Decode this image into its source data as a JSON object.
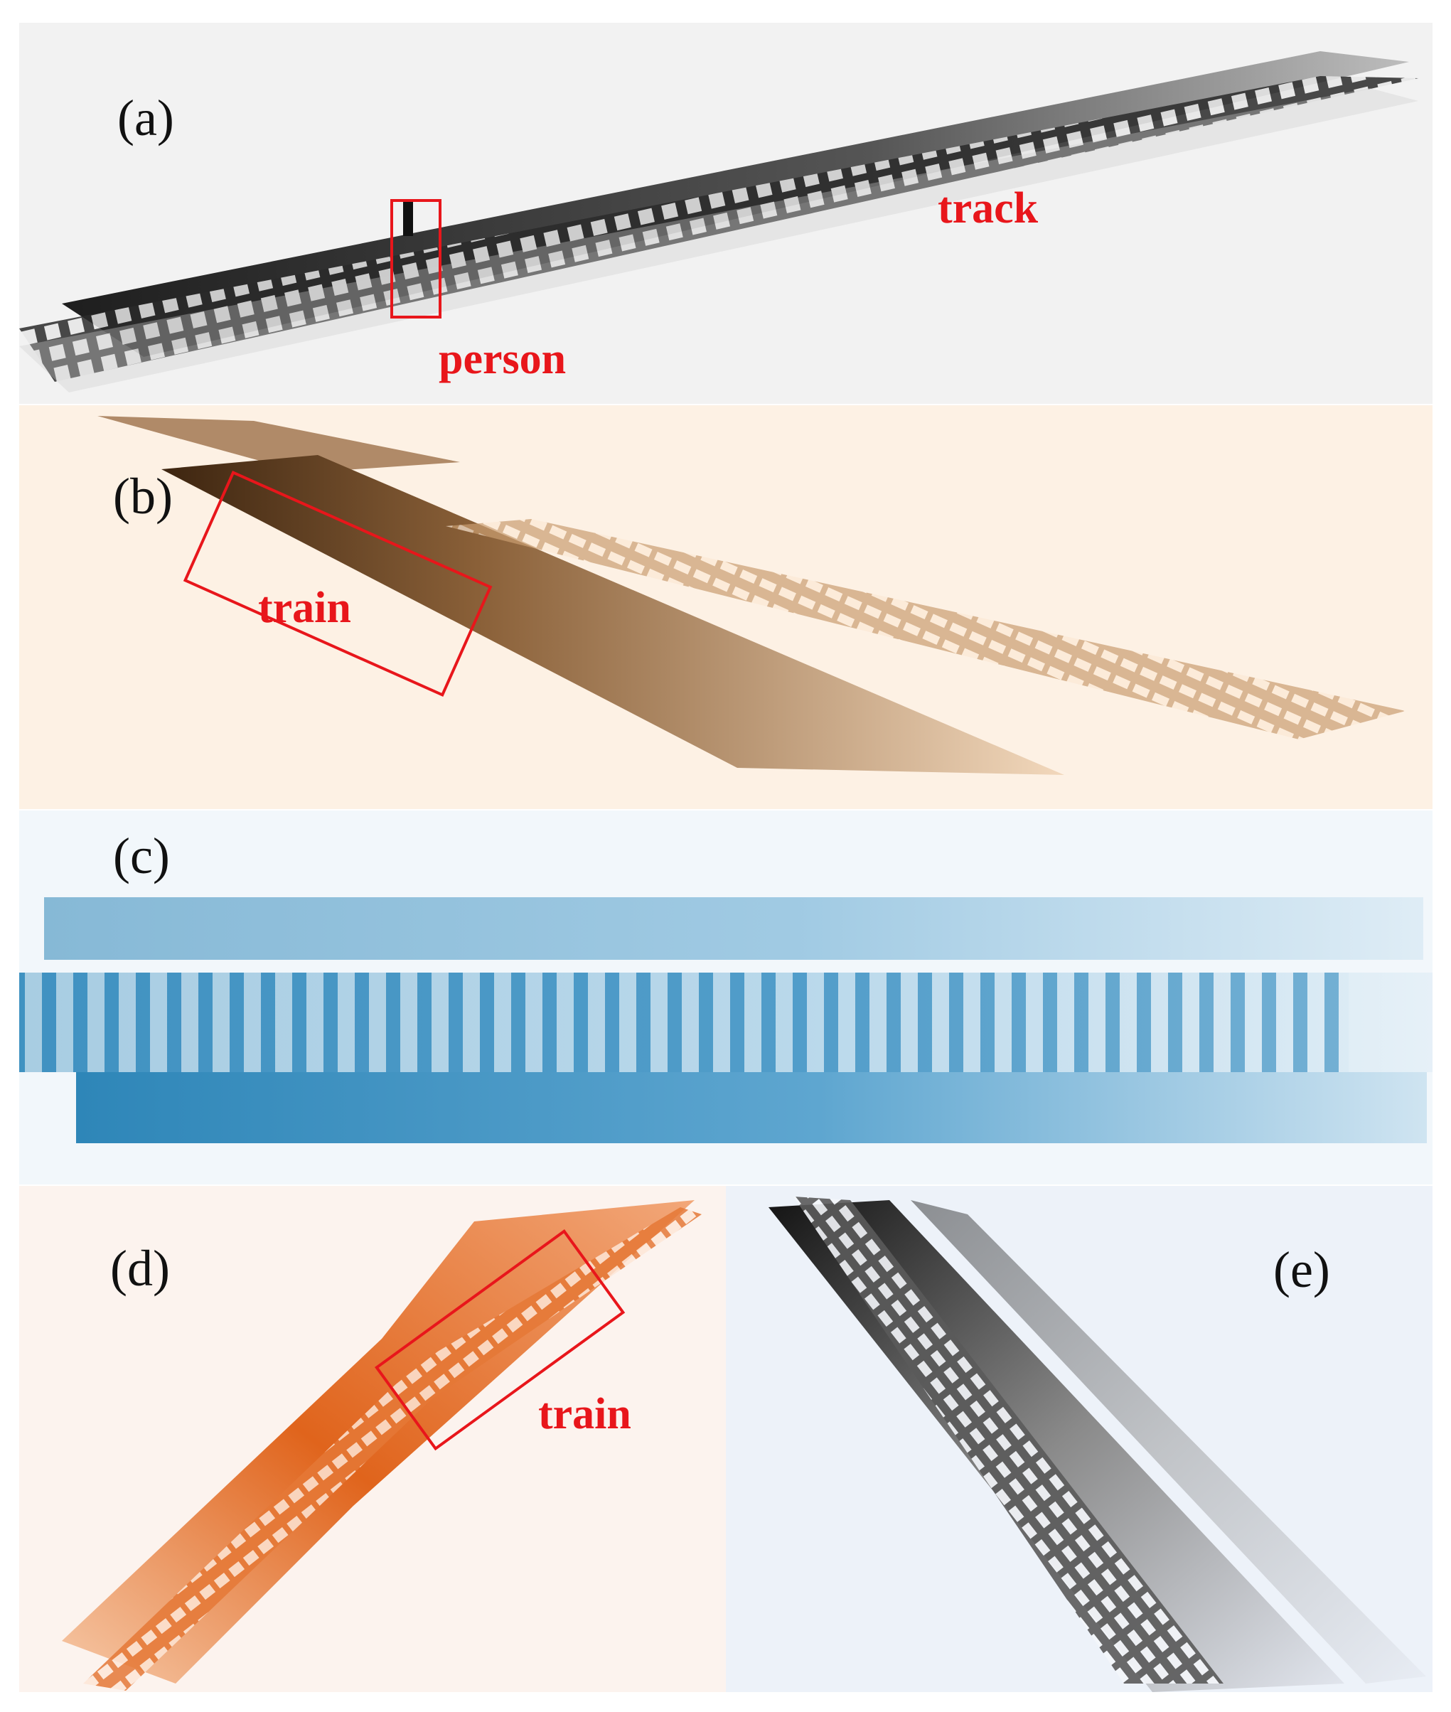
{
  "panels": [
    {
      "label": "(a)",
      "annotations": [
        "track",
        "person"
      ],
      "background": "#f2f2f2",
      "point_color": "#3a3a3a"
    },
    {
      "label": "(b)",
      "annotations": [
        "train"
      ],
      "background": "#fdf1e4",
      "point_color": "#5a3a1c"
    },
    {
      "label": "(c)",
      "annotations": [],
      "background": "#f2f7fb",
      "point_color": "#2e86b8"
    },
    {
      "label": "(d)",
      "annotations": [
        "train"
      ],
      "background": "#fcf3ee",
      "point_color": "#e0641c"
    },
    {
      "label": "(e)",
      "annotations": [],
      "background": "#edf2f9",
      "point_color": "#1c1c1c"
    }
  ],
  "annotation_color": "#e8161b"
}
